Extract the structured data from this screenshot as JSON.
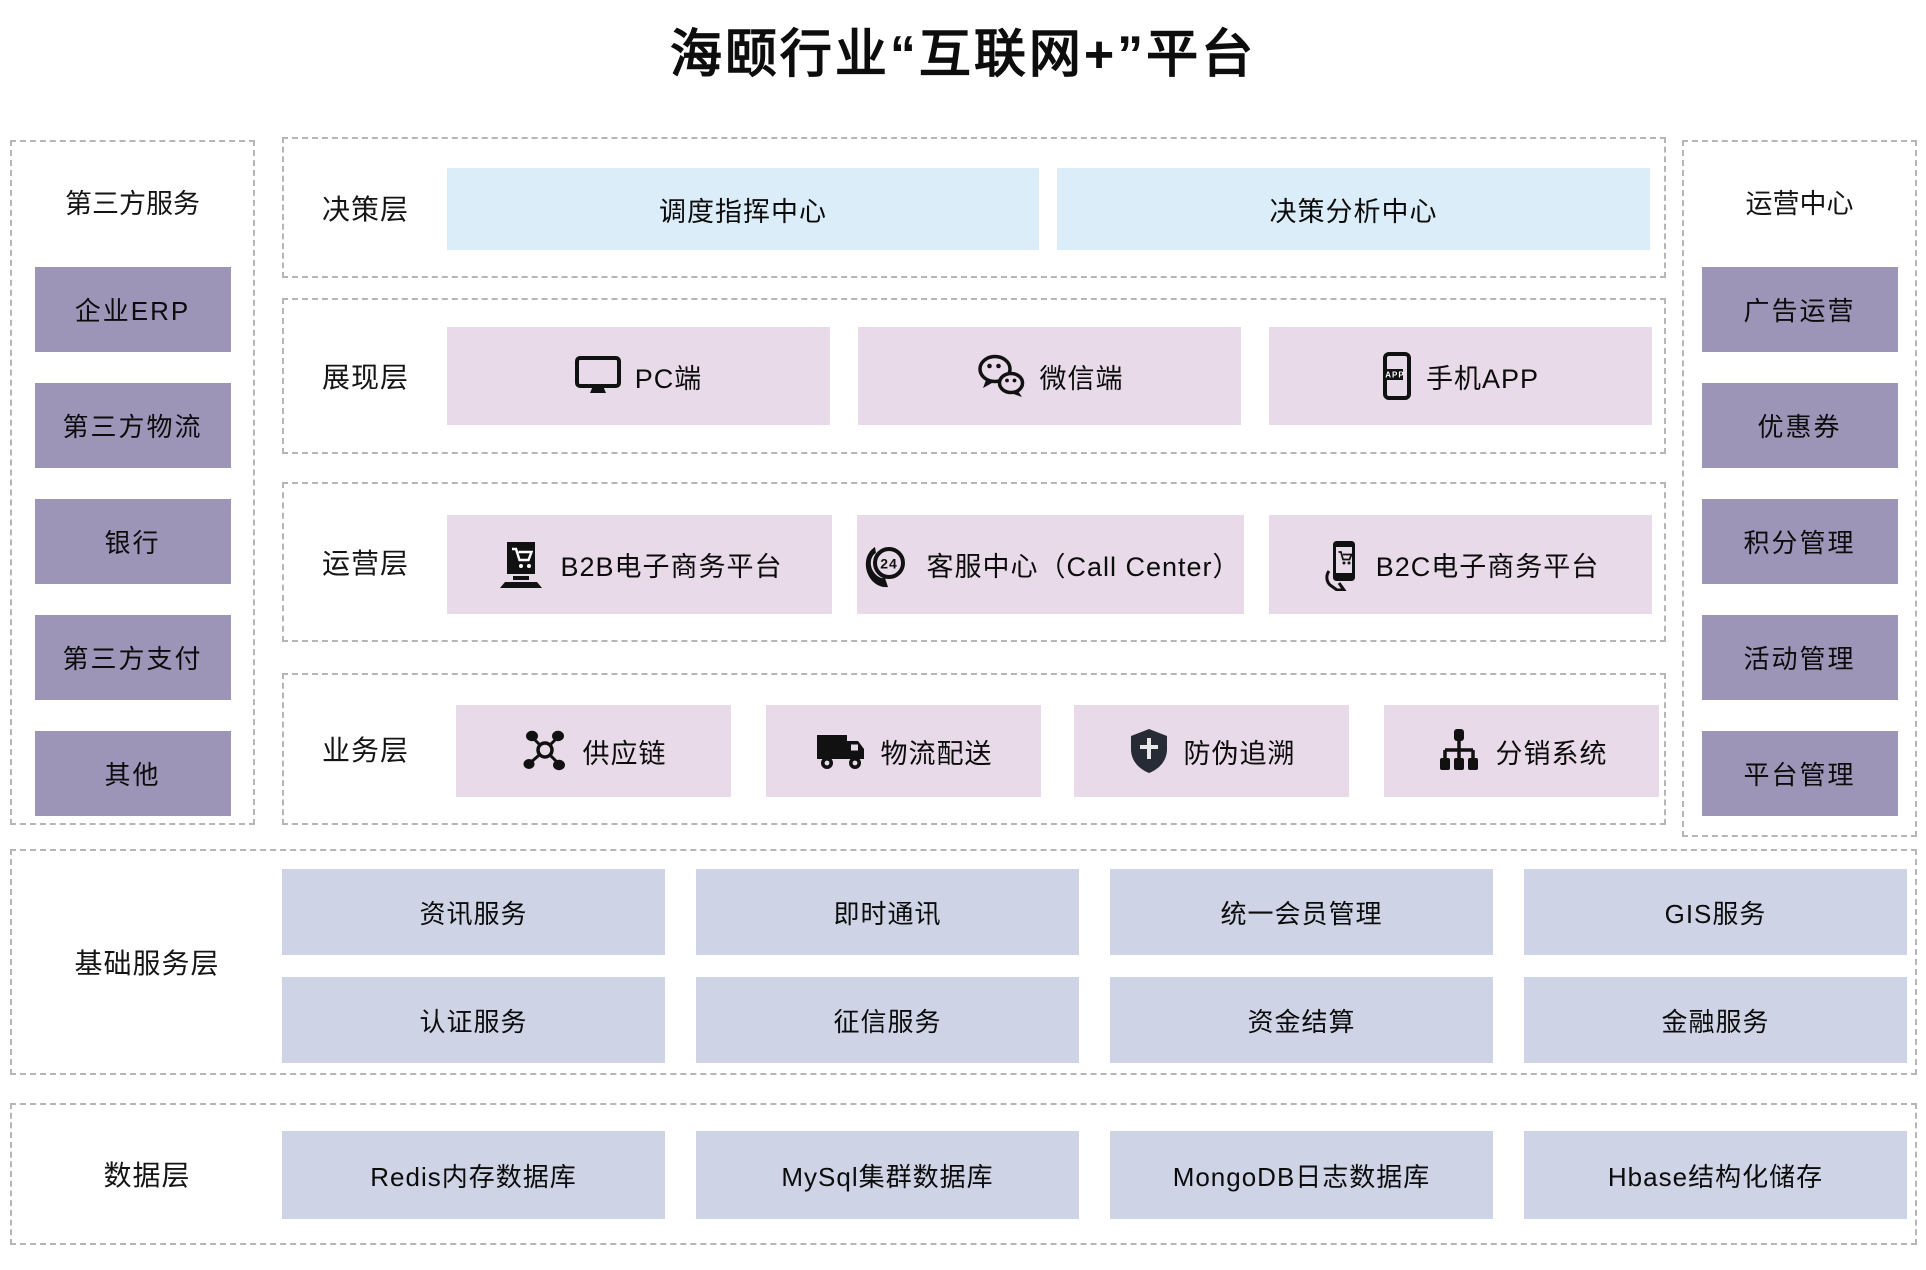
{
  "title": "海颐行业“互联网+”平台",
  "third_party": {
    "title": "第三方服务",
    "items": [
      "企业ERP",
      "第三方物流",
      "银行",
      "第三方支付",
      "其他"
    ]
  },
  "operation_center": {
    "title": "运营中心",
    "items": [
      "广告运营",
      "优惠券",
      "积分管理",
      "活动管理",
      "平台管理"
    ]
  },
  "layers": {
    "decision": {
      "label": "决策层",
      "items": [
        {
          "label": "调度指挥中心"
        },
        {
          "label": "决策分析中心"
        }
      ]
    },
    "presentation": {
      "label": "展现层",
      "items": [
        {
          "icon": "monitor-icon",
          "label": "PC端"
        },
        {
          "icon": "wechat-icon",
          "label": "微信端"
        },
        {
          "icon": "phone-app-icon",
          "label": "手机APP"
        }
      ]
    },
    "operation": {
      "label": "运营层",
      "items": [
        {
          "icon": "b2b-laptop-cart-icon",
          "label": "B2B电子商务平台"
        },
        {
          "icon": "callcenter-24-icon",
          "label": "客服中心（Call Center）"
        },
        {
          "icon": "b2c-hand-phone-icon",
          "label": "B2C电子商务平台"
        }
      ]
    },
    "business": {
      "label": "业务层",
      "items": [
        {
          "icon": "supply-chain-icon",
          "label": "供应链"
        },
        {
          "icon": "logistics-truck-icon",
          "label": "物流配送"
        },
        {
          "icon": "anti-counterfeit-shield-icon",
          "label": "防伪追溯"
        },
        {
          "icon": "distribution-tree-icon",
          "label": "分销系统"
        }
      ]
    }
  },
  "base_services": {
    "label": "基础服务层",
    "row1": [
      "资讯服务",
      "即时通讯",
      "统一会员管理",
      "GIS服务"
    ],
    "row2": [
      "认证服务",
      "征信服务",
      "资金结算",
      "金融服务"
    ]
  },
  "data_layer": {
    "label": "数据层",
    "items": [
      "Redis内存数据库",
      "MySql集群数据库",
      "MongoDB日志数据库",
      "Hbase结构化储存"
    ]
  },
  "colors": {
    "sidebar_box": "#9c95b7",
    "decision_box": "#dbedf8",
    "middle_box": "#e8dae9",
    "bottom_box": "#ced3e6",
    "dashed_border": "#b6b6b6",
    "text": "#0c0c0c",
    "background": "#ffffff"
  }
}
